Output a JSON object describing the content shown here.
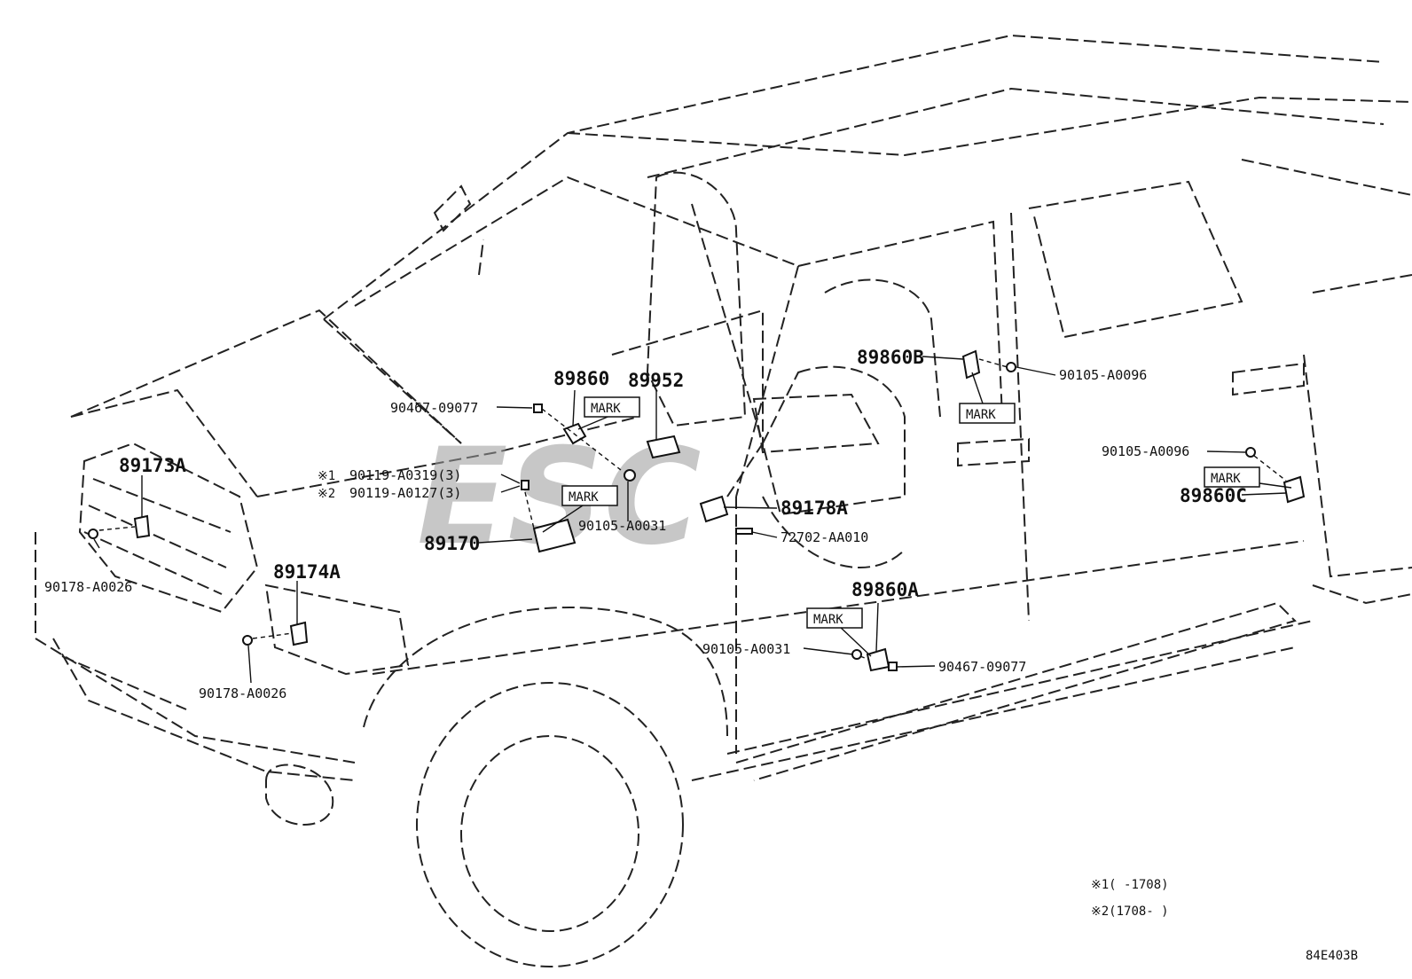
{
  "watermark": "ESC",
  "parts": {
    "p89173A": "89173A",
    "p89174A": "89174A",
    "p89860": "89860",
    "p89952": "89952",
    "p89860B": "89860B",
    "p89860C": "89860C",
    "p89860A": "89860A",
    "p89178A": "89178A",
    "p89170": "89170",
    "p90467_a": "90467-09077",
    "p90467_b": "90467-09077",
    "p90119_1": "90119-A0319(3)",
    "p90119_2": "90119-A0127(3)",
    "p90105_A0031_a": "90105-A0031",
    "p90105_A0031_b": "90105-A0031",
    "p90105_A0096_a": "90105-A0096",
    "p90105_A0096_b": "90105-A0096",
    "p72702": "72702-AA010",
    "p90178_a": "90178-A0026",
    "p90178_b": "90178-A0026"
  },
  "marks": {
    "mark_front": "MARK",
    "mark_center": "MARK",
    "mark_rear": "MARK",
    "mark_rightrear": "MARK",
    "mark_lower": "MARK"
  },
  "refs": {
    "ref1": "※1",
    "ref2": "※2"
  },
  "notes": {
    "note1": "※1(     -1708)",
    "note2": "※2(1708-     )"
  },
  "diagram_code": "84E403B"
}
